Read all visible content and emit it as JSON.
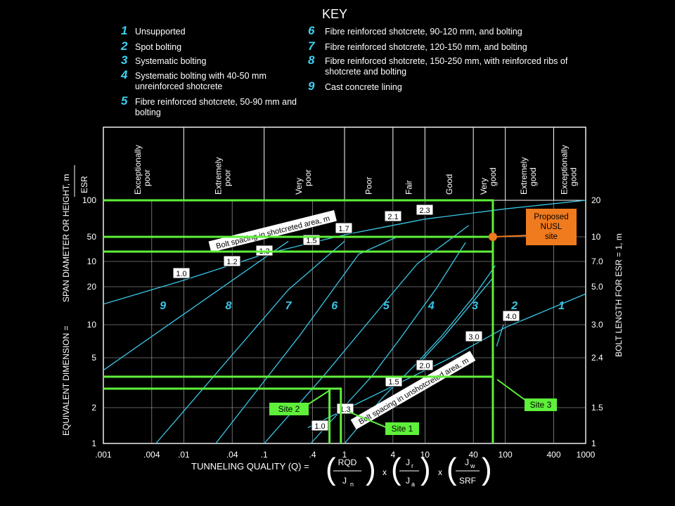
{
  "key": {
    "title": "KEY",
    "items": [
      {
        "num": "1",
        "text": "Unsupported"
      },
      {
        "num": "2",
        "text": "Spot bolting"
      },
      {
        "num": "3",
        "text": "Systematic bolting"
      },
      {
        "num": "4",
        "text": "Systematic bolting with 40-50 mm unreinforced shotcrete"
      },
      {
        "num": "5",
        "text": "Fibre reinforced shotcrete, 50-90 mm and bolting"
      },
      {
        "num": "6",
        "text": "Fibre reinforced shotcrete, 90-120 mm, and bolting"
      },
      {
        "num": "7",
        "text": "Fibre reinforced shotcrete, 120-150 mm, and bolting"
      },
      {
        "num": "8",
        "text": "Fibre reinforced shotcrete, 150-250 mm, with reinforced ribs of shotcrete and bolting"
      },
      {
        "num": "9",
        "text": "Cast concrete lining"
      }
    ]
  },
  "chart_data": {
    "type": "line",
    "xscale": "log",
    "yscale": "log",
    "xlim": [
      0.001,
      1000
    ],
    "ylim": [
      1,
      100
    ],
    "x_ticks": [
      ".001",
      ".004",
      ".01",
      ".04",
      ".1",
      ".4",
      "1",
      "4",
      "10",
      "40",
      "100",
      "400",
      "1000"
    ],
    "x_tick_values": [
      0.001,
      0.004,
      0.01,
      0.04,
      0.1,
      0.4,
      1,
      4,
      10,
      40,
      100,
      400,
      1000
    ],
    "y_ticks_left": [
      "100",
      "50",
      "10",
      "20",
      "10",
      "5",
      "2",
      "1"
    ],
    "y_ticks_right": [
      "20",
      "10",
      "7.0",
      "5.0",
      "3.0",
      "2.4",
      "1.5",
      "1"
    ],
    "ylabel_left_top": "SPAN DIAMETER OR HEIGHT, m",
    "ylabel_left_bottom": "EQUIVALENT DIMENSION =",
    "ylabel_left_denominator": "ESR",
    "ylabel_right": "BOLT LENGTH FOR ESR = 1, m",
    "xlabel": "TUNNELING QUALITY (Q) =",
    "formula": {
      "f1_num": "RQD",
      "f1_den": "J",
      "f1_den_sub": "n",
      "f2_num": "J",
      "f2_num_sub": "r",
      "f2_den": "J",
      "f2_den_sub": "a",
      "f3_num": "J",
      "f3_num_sub": "w",
      "f3_den": "SRF",
      "times": "x"
    },
    "rock_classes": [
      "Exceptionally poor",
      "Extremely poor",
      "Very poor",
      "Poor",
      "Fair",
      "Good",
      "Very good",
      "Extremely good",
      "Exceptionally good"
    ],
    "rock_class_bounds": [
      0.01,
      0.1,
      1,
      4,
      10,
      40,
      100,
      400
    ],
    "support_categories": [
      "9",
      "8",
      "7",
      "6",
      "5",
      "4",
      "3",
      "2",
      "1"
    ],
    "bolt_spacing_shotcreted": {
      "label": "Bolt spacing in shotcreted area, m",
      "values": [
        "1.0",
        "1.2",
        "1.3",
        "1.5",
        "1.7",
        "2.1",
        "2.3"
      ]
    },
    "bolt_spacing_unshotcreted": {
      "label": "Bolt spacing in unshotcreted area, m",
      "values": [
        "1.0",
        "1.3",
        "1.5",
        "2.0",
        "3.0",
        "4.0"
      ]
    },
    "boundary_lines": [
      [
        [
          0.001,
          4.0
        ],
        [
          0.2,
          46
        ]
      ],
      [
        [
          0.0045,
          1.0
        ],
        [
          0.2,
          18.4
        ],
        [
          1,
          46
        ]
      ],
      [
        [
          0.025,
          1.0
        ],
        [
          0.28,
          7.8
        ],
        [
          1.5,
          36
        ],
        [
          4.5,
          50
        ]
      ],
      [
        [
          0.1,
          1.0
        ],
        [
          0.55,
          3.6
        ],
        [
          2.9,
          13.5
        ],
        [
          8,
          30
        ],
        [
          35,
          62
        ]
      ],
      [
        [
          0.38,
          1.0
        ],
        [
          2.2,
          3.6
        ],
        [
          5,
          7.4
        ],
        [
          14,
          19
        ],
        [
          32,
          45
        ]
      ],
      [
        [
          1,
          1.0
        ],
        [
          3,
          2.4
        ],
        [
          7.5,
          4.4
        ],
        [
          16,
          7.6
        ],
        [
          40,
          16
        ],
        [
          75,
          29
        ]
      ],
      [
        [
          8,
          4.4
        ],
        [
          17,
          7.5
        ],
        [
          70,
          23
        ]
      ],
      [
        [
          78,
          6.3
        ],
        [
          95,
          9.5
        ]
      ]
    ],
    "shotcrete_spacing_line": [
      [
        0.001,
        14
      ],
      [
        0.01,
        22
      ],
      [
        0.1,
        36
      ],
      [
        1,
        52
      ],
      [
        10,
        70
      ],
      [
        100,
        85
      ],
      [
        1000,
        100
      ]
    ],
    "sites": [
      {
        "name": "Site 1",
        "q": 0.9,
        "span": 2.7
      },
      {
        "name": "Site 2",
        "q": 0.65,
        "span": 2.7
      },
      {
        "name": "Site 3",
        "q": 70,
        "span": 3.4
      },
      {
        "name": "Proposed NUSL site",
        "q": 70,
        "span": 50
      }
    ],
    "annotations": [
      "Proposed NUSL site",
      "Site 1",
      "Site 2",
      "Site 3"
    ],
    "colors": {
      "curves": "#39c6e6",
      "sites": "#5ef03a",
      "proposed": "#f07a1e",
      "grid": "#ffffff"
    }
  }
}
